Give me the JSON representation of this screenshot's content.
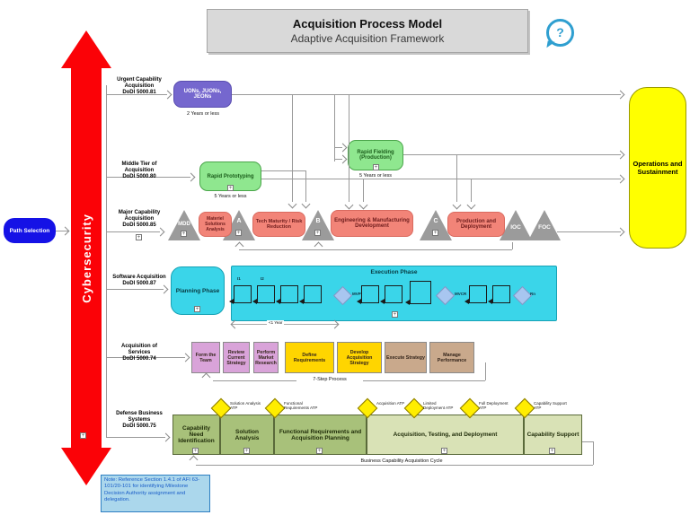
{
  "header": {
    "title": "Acquisition Process Model",
    "subtitle": "Adaptive Acquisition Framework",
    "help_glyph": "?"
  },
  "cybersecurity_band": {
    "label": "Cybersecurity",
    "color": "#FB0207"
  },
  "path_selection": {
    "label": "Path Selection",
    "color": "#1512E6"
  },
  "operations": {
    "label": "Operations and Sustainment",
    "color": "#FFFF00"
  },
  "pathways": {
    "urgent": {
      "name": "Urgent Capability Acquisition",
      "dodi": "DoDI 5000.81",
      "box": "UONs, JUONs, JEONs",
      "duration": "2 Years or less",
      "color": "#7567CE"
    },
    "middle_tier": {
      "name": "Middle Tier of Acquisition",
      "dodi": "DoDI 5000.80",
      "prototyping": {
        "label": "Rapid Prototyping",
        "duration": "5 Years or less"
      },
      "fielding": {
        "label": "Rapid Fielding (Production)",
        "duration": "5 Years or less"
      },
      "color": "#8FE78F"
    },
    "major_capability": {
      "name": "Major Capability Acquisition",
      "dodi": "DoDI 5000.85",
      "milestones": [
        "MDD",
        "A",
        "B",
        "C",
        "IOC",
        "FOC"
      ],
      "phases": [
        "Materiel Solutions Analysis",
        "Tech Maturity / Risk Reduction",
        "Engineering & Manufacturing Development",
        "Production and Deployment"
      ],
      "phase_color": "#F28478",
      "milestone_color": "#9B9B9B"
    },
    "software": {
      "name": "Software Acquisition",
      "dodi": "DoDI 5000.87",
      "planning": "Planning Phase",
      "execution": "Execution Phase",
      "iterations": [
        "I1",
        "I2"
      ],
      "releases": [
        "MVP",
        "MVCR",
        "Rn"
      ],
      "duration": "<1 Year",
      "color": "#3AD5E9"
    },
    "services": {
      "name": "Acquisition of Services",
      "dodi": "DoDI 5000.74",
      "caption": "7-Step Process",
      "steps": [
        {
          "label": "Form the Team",
          "color": "#D9A3D9"
        },
        {
          "label": "Review Current Strategy",
          "color": "#D9A3D9"
        },
        {
          "label": "Perform Market Research",
          "color": "#D9A3D9"
        },
        {
          "label": "Define Requirements",
          "color": "#FFD500"
        },
        {
          "label": "Develop Acquisition Strategy",
          "color": "#FFD500"
        },
        {
          "label": "Execute Strategy",
          "color": "#C9A98C"
        },
        {
          "label": "Manage Performance",
          "color": "#C9A98C"
        }
      ]
    },
    "defense_business": {
      "name": "Defense Business Systems",
      "dodi": "DoDI 5000.75",
      "caption": "Business Capability Acquisition Cycle",
      "phases": [
        {
          "label": "Capability Need Identification",
          "color": "#A8C17A"
        },
        {
          "label": "Solution Analysis",
          "color": "#A8C17A"
        },
        {
          "label": "Functional Requirements and Acquisition Planning",
          "color": "#A8C17A"
        },
        {
          "label": "Acquisition, Testing, and Deployment",
          "color": "#D9E2B6"
        },
        {
          "label": "Capability Support",
          "color": "#D9E2B6"
        }
      ],
      "decision_points": [
        "Solution Analysis ATP",
        "Functional Requirements ATP",
        "Acquisition ATP",
        "Limited Deployment ATP",
        "Full Deployment ATP",
        "Capability Support ATP"
      ],
      "atp_color": "#FFED00"
    }
  },
  "note": "Note: Reference Section 1.4.1 of AFI 63-101/20-101 for identifying Milestone Decision Authority assignment and delegation."
}
